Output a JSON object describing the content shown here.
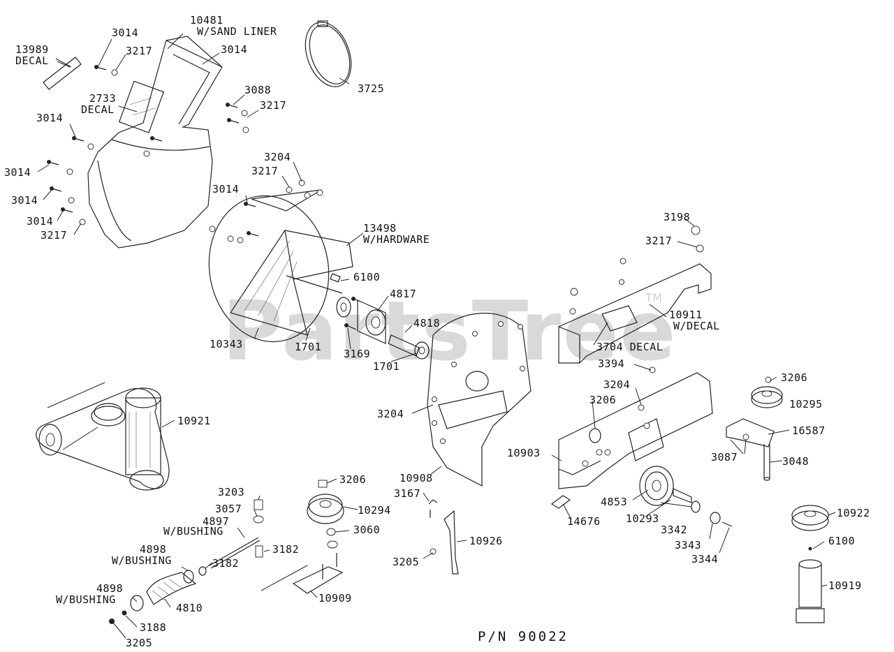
{
  "watermark": {
    "text": "PartsTree",
    "tm": "TM"
  },
  "part_number": "P/N 90022",
  "labels": {
    "l13989": "13989",
    "decal_1": "DECAL",
    "l3014_a": "3014",
    "l3217_a": "3217",
    "l10481": "10481",
    "w_sand_liner": "W/SAND LINER",
    "l3014_b": "3014",
    "l2733": "2733",
    "decal_2": "DECAL",
    "l3014_c": "3014",
    "l3014_d": "3014",
    "l3014_e": "3014",
    "l3014_f": "3014",
    "l3217_b": "3217",
    "l3088": "3088",
    "l3217_c": "3217",
    "l3725": "3725",
    "l3204_a": "3204",
    "l3217_d": "3217",
    "l3014_g": "3014",
    "l13498": "13498",
    "w_hardware": "W/HARDWARE",
    "l6100_a": "6100",
    "l4817": "4817",
    "l4818": "4818",
    "l10343": "10343",
    "l1701_a": "1701",
    "l3169": "3169",
    "l1701_b": "1701",
    "l3198": "3198",
    "l3217_e": "3217",
    "l10911": "10911",
    "w_decal": "W/DECAL",
    "l3704": "3704 DECAL",
    "l3394": "3394",
    "l3204_b": "3204",
    "l3206_a": "3206",
    "l3206_b": "3206",
    "l10295": "10295",
    "l16587": "16587",
    "l3087": "3087",
    "l3048": "3048",
    "l10921": "10921",
    "l3204_c": "3204",
    "l10903": "10903",
    "l10908": "10908",
    "l3206_c": "3206",
    "l10294": "10294",
    "l3060": "3060",
    "l3167": "3167",
    "l10926": "10926",
    "l3205_a": "3205",
    "l4853": "4853",
    "l10293": "10293",
    "l3342": "3342",
    "l3343": "3343",
    "l3344": "3344",
    "l14676": "14676",
    "l10922": "10922",
    "l6100_b": "6100",
    "l10919": "10919",
    "l3203": "3203",
    "l3057": "3057",
    "l4897": "4897",
    "w_bushing_1": "W/BUSHING",
    "l4898_a": "4898",
    "w_bushing_2": "W/BUSHING",
    "l3182_a": "3182",
    "l3182_b": "3182",
    "l4898_b": "4898",
    "w_bushing_3": "W/BUSHING",
    "l4810": "4810",
    "l3188": "3188",
    "l3205_b": "3205",
    "l10909": "10909"
  }
}
